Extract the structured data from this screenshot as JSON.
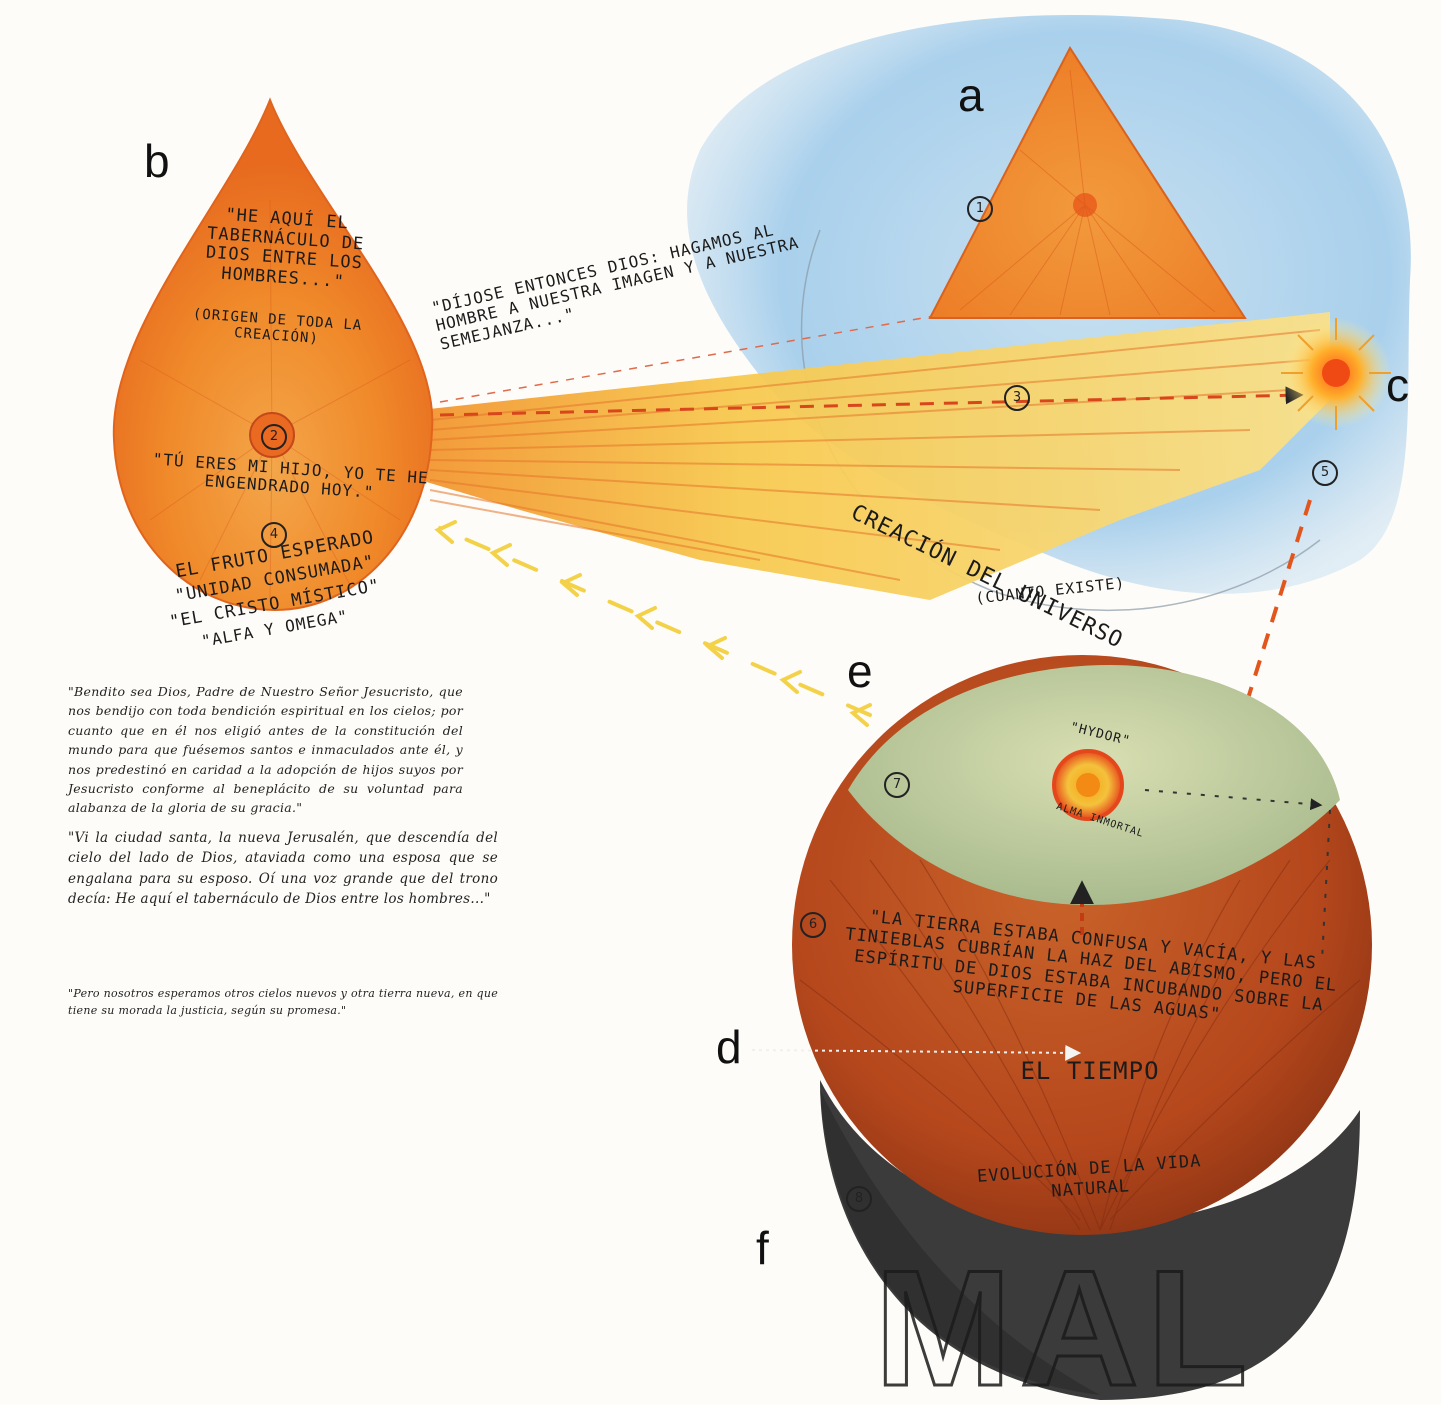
{
  "labels": {
    "a": "a",
    "b": "b",
    "c": "c",
    "d": "d",
    "e": "e",
    "f": "f"
  },
  "drop_texts": {
    "tabernaculo": "\"He aquí el tabernáculo de Dios entre los hombres...\"",
    "origen": "(Origen de toda la creación)",
    "hijo": "\"Tú eres mi hijo, yo te he engendrado hoy.\"",
    "fruto": "El fruto esperado",
    "unidad": "\"Unidad consumada\"",
    "cristo": "\"El Cristo místico\"",
    "alfa": "\"Alfa y Omega\""
  },
  "ray_texts": {
    "dijose": "\"Díjose entonces Dios: Hagamos al hombre a nuestra imagen y a nuestra semejanza...\"",
    "creacion": "Creación del universo",
    "cuanto": "(cuanto existe)"
  },
  "sphere_texts": {
    "hydor": "\"Hydor\"",
    "alma": "Alma inmortal",
    "tierra": "\"La tierra estaba confusa y vacía, y las tinieblas cubrían la haz del abismo, pero el Espíritu de Dios estaba incubando sobre la superficie de las aguas\"",
    "tiempo": "El tiempo",
    "evolucion": "Evolución de la vida natural",
    "mal": "MAL"
  },
  "circle_numbers": {
    "n1": "1",
    "n2": "2",
    "n3": "3",
    "n4": "4",
    "n5": "5",
    "n6": "6",
    "n7": "7",
    "n8": "8"
  },
  "handwritten_notes": {
    "p1": "\"Bendito sea Dios, Padre de Nuestro Señor Jesucristo, que nos bendijo con toda bendición espiritual en los cielos; por cuanto que en él nos eligió antes de la constitución del mundo para que fuésemos santos e inmaculados ante él, y nos predestinó en caridad a la adopción de hijos suyos por Jesucristo conforme al beneplácito de su voluntad para alabanza de la gloria de su gracia.\"",
    "p2": "\"Vi la ciudad santa, la nueva Jerusalén, que descendía del cielo del lado de Dios, ataviada como una esposa que se engalana para su esposo. Oí una voz grande que del trono decía: He aquí el tabernáculo de Dios entre los hombres...\"",
    "p3": "\"Pero nosotros esperamos otros cielos nuevos y otra tierra nueva, en que tiene su morada la justicia, según su promesa.\""
  },
  "colors": {
    "orange": "#f08a2a",
    "deep_orange": "#e0541a",
    "yellow": "#f7d35a",
    "sky_blue": "#9fcbe9",
    "green": "#b7c79a",
    "brown": "#b5471c",
    "charcoal": "#3a3a3a"
  }
}
